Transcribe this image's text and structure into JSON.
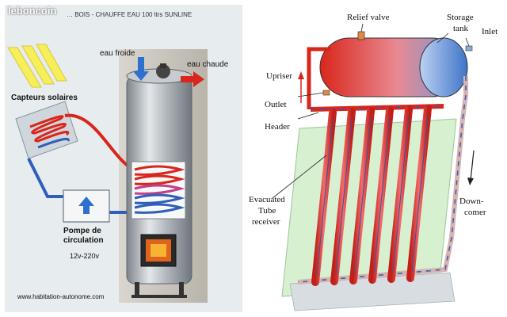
{
  "left": {
    "watermark": "leboncoin",
    "title": "… BOIS - CHAUFFE EAU 100 ltrs SUNLINE",
    "labels": {
      "eau_froide": "eau froide",
      "eau_chaude": "eau chaude",
      "capteurs": "Capteurs solaires",
      "pompe_line1": "Pompe de",
      "pompe_line2": "circulation",
      "voltage": "12v-220v",
      "website": "www.habitation-autonome.com"
    }
  },
  "right": {
    "labels": {
      "relief_valve": "Relief valve",
      "storage_line1": "Storage",
      "storage_line2": "tank",
      "inlet": "Inlet",
      "upriser": "Upriser",
      "outlet": "Outlet",
      "header": "Header",
      "evac_line1": "Evacuated",
      "evac_line2": "Tube",
      "evac_line3": "receiver",
      "down_line1": "Down-",
      "down_line2": "comer"
    }
  },
  "colors": {
    "hot": "#d9261c",
    "cold": "#2f5fb8",
    "panel_bg": "#dde3e8",
    "collector": "#d6f0d0",
    "steel": "#a7adb3"
  }
}
